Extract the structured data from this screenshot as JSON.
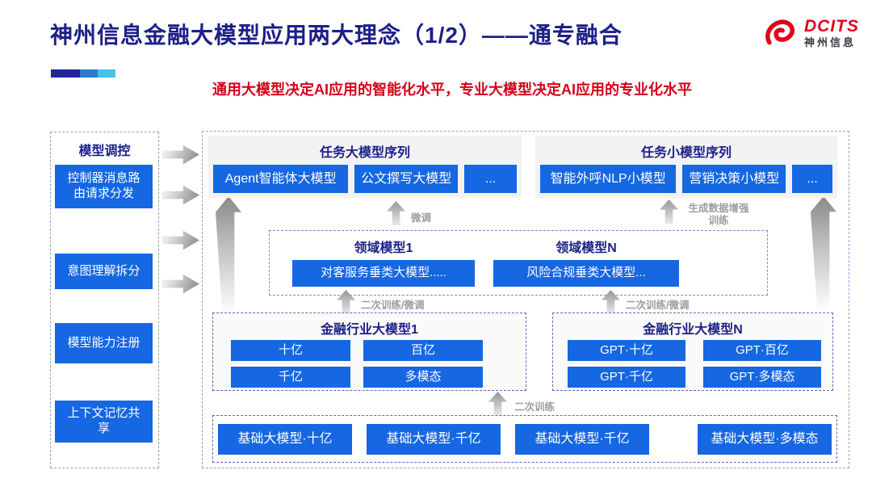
{
  "title": "神州信息金融大模型应用两大理念（1/2）——通专融合",
  "subtitle": "通用大模型决定AI应用的智能化水平，专业大模型决定AI应用的专业化水平",
  "logo": {
    "brand": "DCITS",
    "company": "神州信息"
  },
  "colors": {
    "navy_text": "#1d2088",
    "box_blue": "#1567e2",
    "subtitle_red": "#d40019",
    "logo_red": "#e2001a",
    "accent_bar": [
      "#23249b",
      "#2e7ad0",
      "#45c2ec"
    ]
  },
  "sidebar": {
    "header": "模型调控",
    "items": [
      "控制器消息路由请求分发",
      "意图理解拆分",
      "模型能力注册",
      "上下文记忆共享"
    ]
  },
  "task_rows": {
    "large": {
      "title": "任务大模型序列",
      "items": [
        "Agent智能体大模型",
        "公文撰写大模型",
        "..."
      ]
    },
    "small": {
      "title": "任务小模型序列",
      "items": [
        "智能外呼NLP小模型",
        "营销决策小模型",
        "..."
      ]
    }
  },
  "training_labels": {
    "finetune": "微调",
    "augment": "生成数据增强训练",
    "secondary_finetune": "二次训练/微调",
    "secondary": "二次训练"
  },
  "domain_row": {
    "groups": [
      {
        "title": "领域模型1",
        "item": "对客服务垂类大模型....."
      },
      {
        "title": "领域模型N",
        "item": "风险合规垂类大模型..."
      }
    ]
  },
  "industry_row": {
    "groups": [
      {
        "title": "金融行业大模型1",
        "items": [
          "十亿",
          "百亿",
          "千亿",
          "多模态"
        ]
      },
      {
        "title": "金融行业大模型N",
        "items": [
          "GPT·十亿",
          "GPT·百亿",
          "GPT·千亿",
          "GPT·多模态"
        ]
      }
    ]
  },
  "base_row": {
    "items": [
      "基础大模型·十亿",
      "基础大模型·千亿",
      "基础大模型·千亿",
      "基础大模型·多模态"
    ]
  }
}
